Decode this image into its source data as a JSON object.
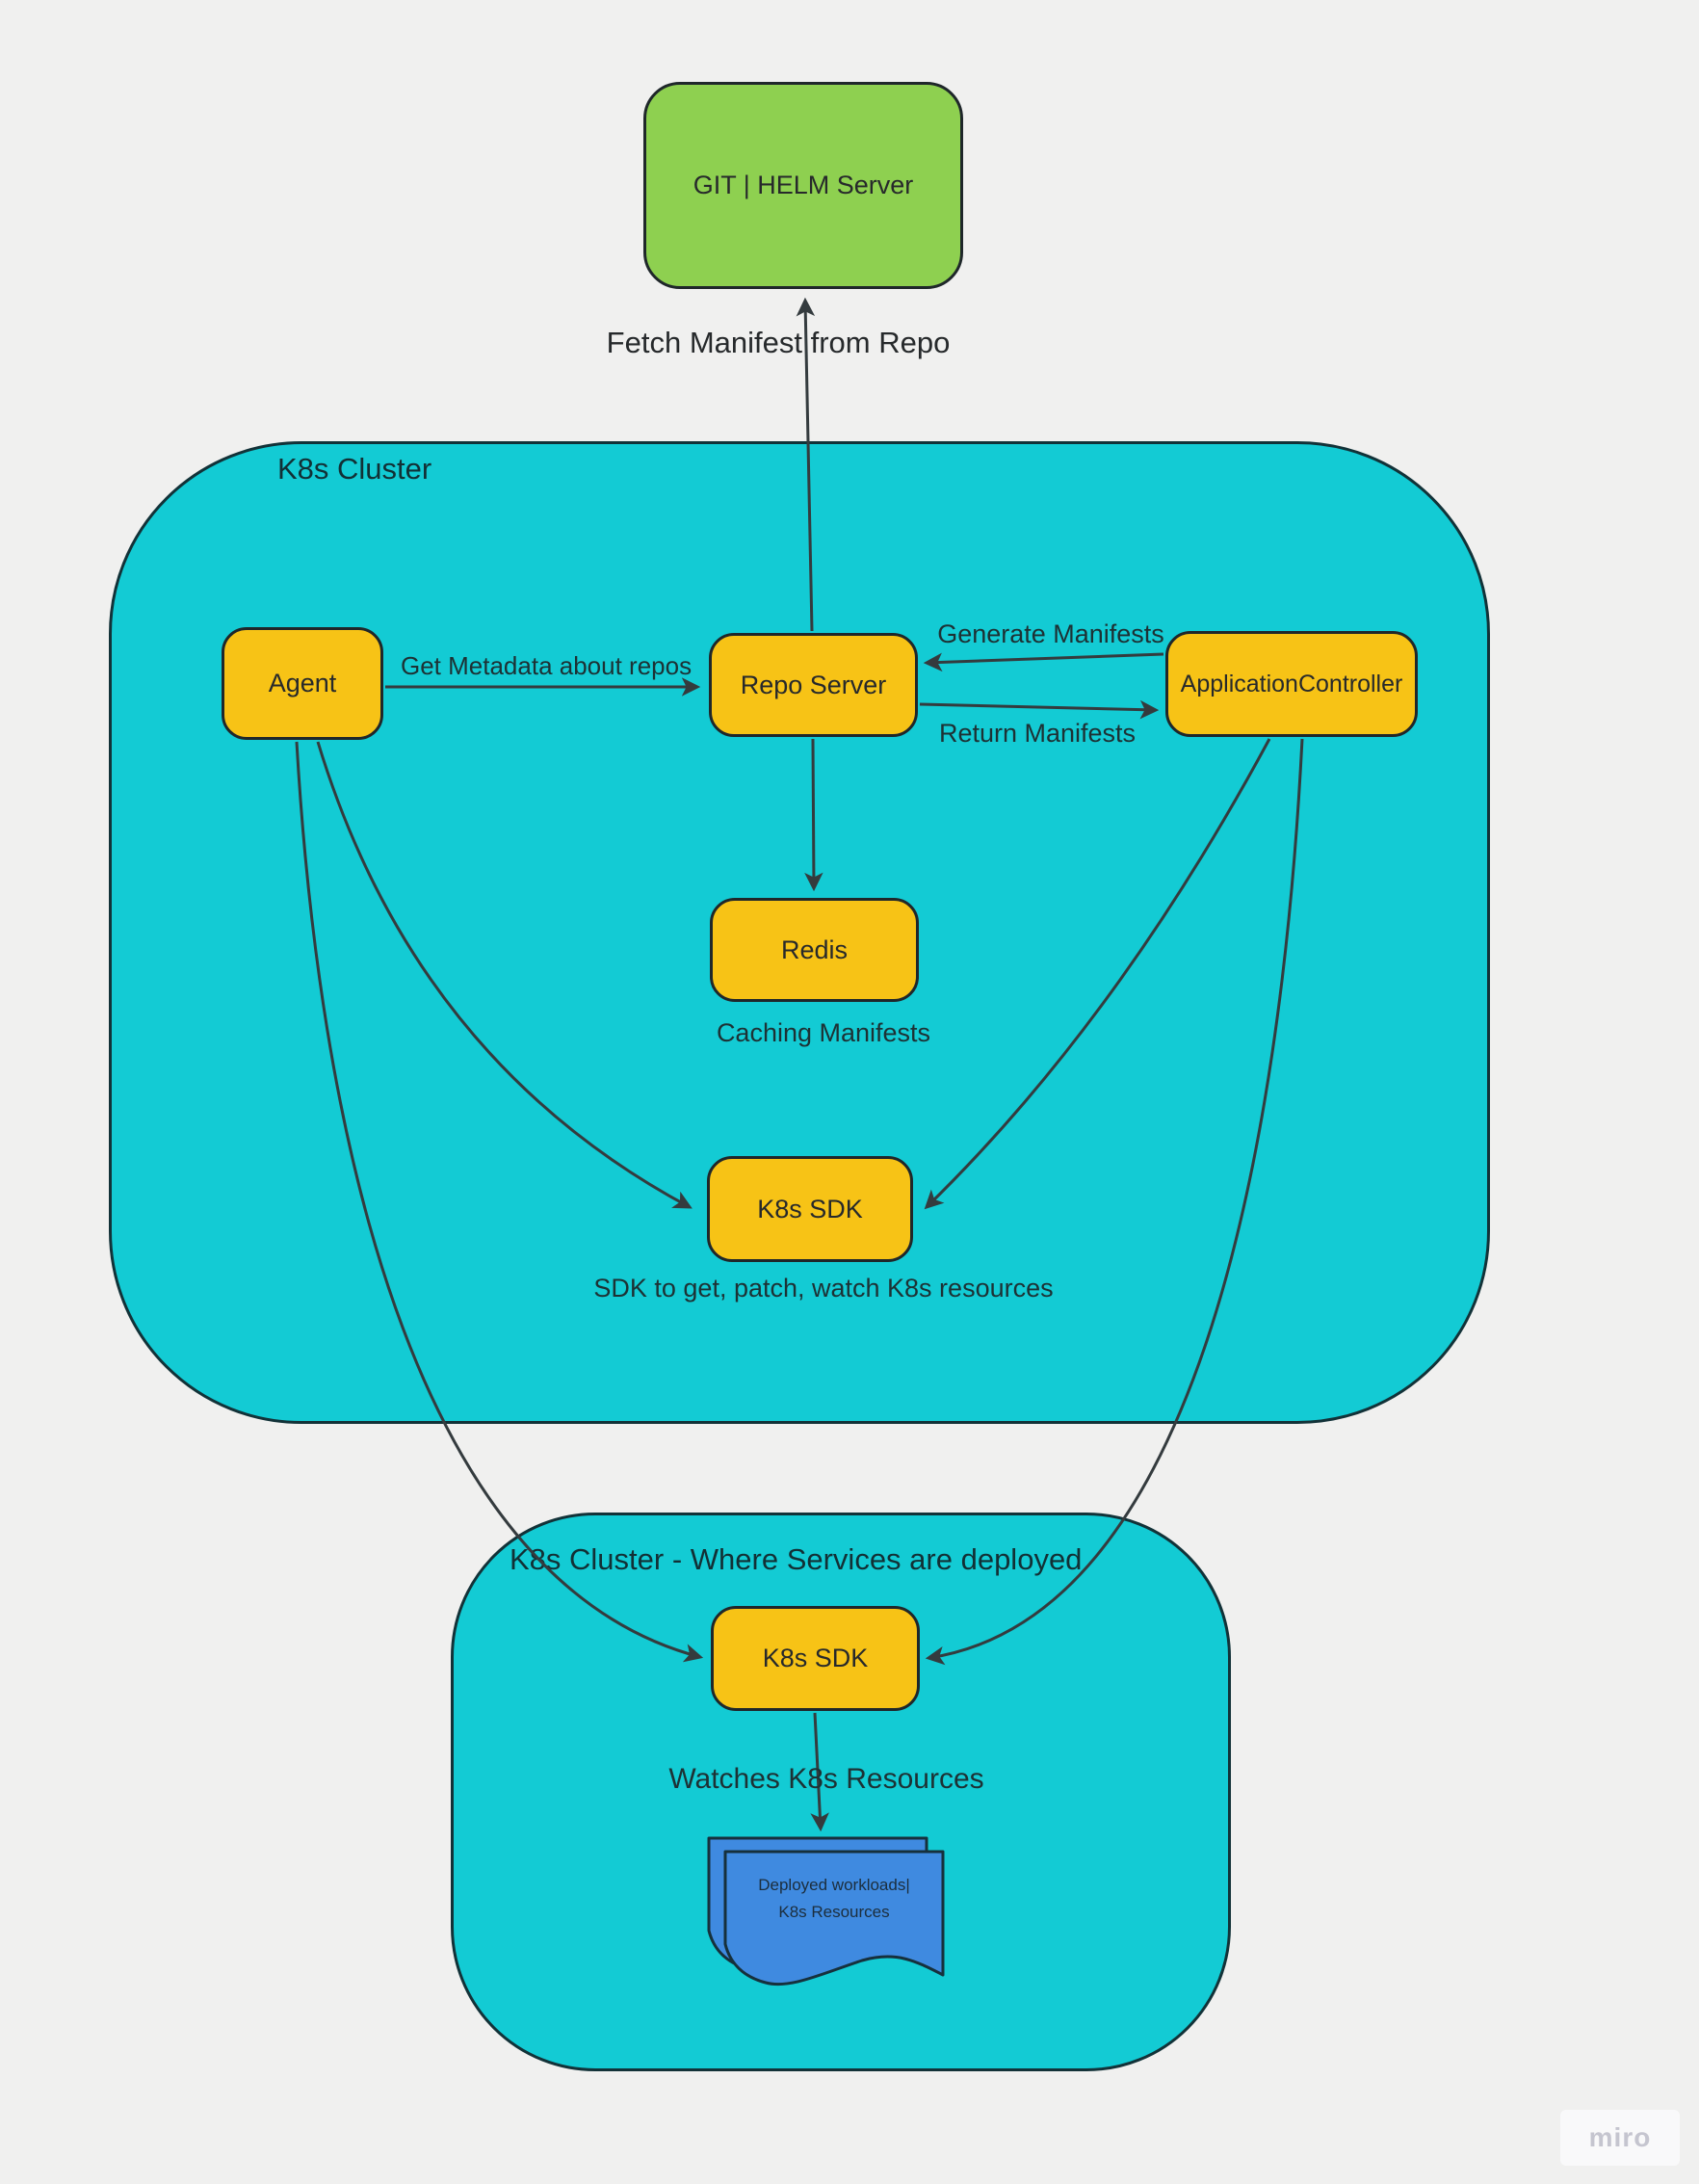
{
  "clusters": {
    "main": {
      "label": "K8s Cluster"
    },
    "deploy": {
      "label": "K8s Cluster - Where Services are deployed"
    }
  },
  "nodes": {
    "git_server": {
      "label": "GIT | HELM Server"
    },
    "agent": {
      "label": "Agent"
    },
    "repo_server": {
      "label": "Repo Server"
    },
    "app_controller": {
      "label": "ApplicationController"
    },
    "redis": {
      "label": "Redis"
    },
    "k8s_sdk_main": {
      "label": "K8s SDK"
    },
    "k8s_sdk_deploy": {
      "label": "K8s SDK"
    },
    "workloads_doc": {
      "line1": "Deployed workloads|",
      "line2": "K8s Resources"
    }
  },
  "edges": {
    "fetch_manifest": {
      "label": "Fetch Manifest from Repo"
    },
    "get_metadata": {
      "label": "Get Metadata about repos"
    },
    "generate_manifests": {
      "label": "Generate Manifests"
    },
    "return_manifests": {
      "label": "Return Manifests"
    },
    "caching_manifests": {
      "label": "Caching Manifests"
    },
    "sdk_description": {
      "label": "SDK to get, patch, watch K8s resources"
    },
    "watches_resources": {
      "label": "Watches K8s Resources"
    }
  },
  "colors": {
    "background": "#f0f0ef",
    "cluster_fill": "#13cbd4",
    "node_fill": "#f7c316",
    "git_fill": "#8ed050",
    "doc_fill": "#3f8ae0",
    "stroke": "#343b3e"
  },
  "watermark": {
    "label": "miro"
  }
}
